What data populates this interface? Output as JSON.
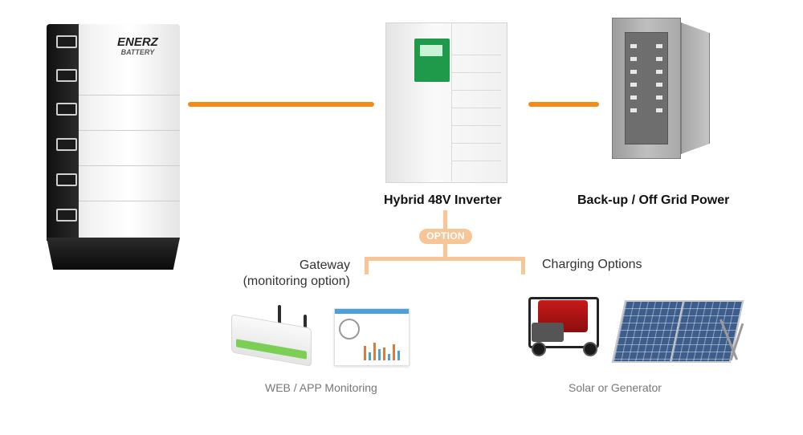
{
  "battery": {
    "brand": "ENERZ",
    "brand_sub": "BATTERY"
  },
  "inverter": {
    "label": "Hybrid 48V Inverter"
  },
  "backup": {
    "label": "Back-up / Off Grid Power"
  },
  "option": {
    "label": "OPTION"
  },
  "gateway": {
    "label": "Gateway",
    "sublabel": "(monitoring option)"
  },
  "charging": {
    "label": "Charging Options"
  },
  "monitoring": {
    "caption": "WEB / APP Monitoring"
  },
  "solar_generator": {
    "caption": "Solar or Generator"
  },
  "colors": {
    "connector": "#f38b16",
    "option_branch": "#f7c596",
    "inverter_panel": "#1e9a4a"
  }
}
